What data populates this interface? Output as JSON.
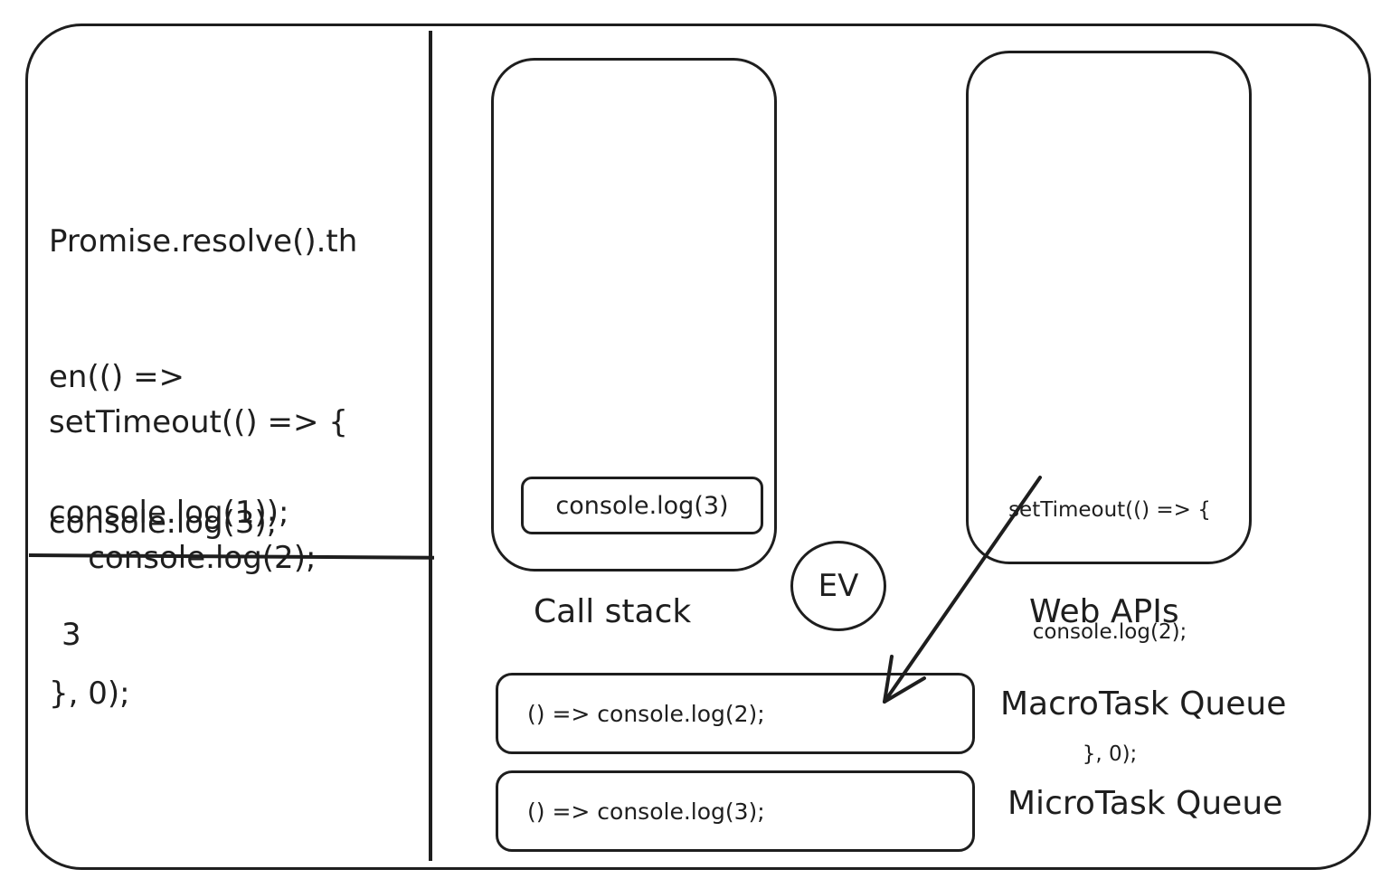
{
  "code_panel": {
    "lines_block1": [
      "Promise.resolve().th",
      "en(() =>",
      "console.log(1));"
    ],
    "lines_block2": [
      "setTimeout(() => {",
      "    console.log(2);",
      "}, 0);"
    ],
    "line_block3": "console.log(3);"
  },
  "output_panel": {
    "output_value": "3"
  },
  "call_stack": {
    "label": "Call stack",
    "item": "console.log(3)"
  },
  "web_apis": {
    "label": "Web APIs",
    "code_lines": [
      "setTimeout(() => {",
      "console.log(2);",
      "}, 0);"
    ]
  },
  "event_loop": {
    "label": "EV"
  },
  "macrotask_queue": {
    "label": "MacroTask Queue",
    "item": "() => console.log(2);"
  },
  "microtask_queue": {
    "label": "MicroTask Queue",
    "item": "() => console.log(3);"
  }
}
